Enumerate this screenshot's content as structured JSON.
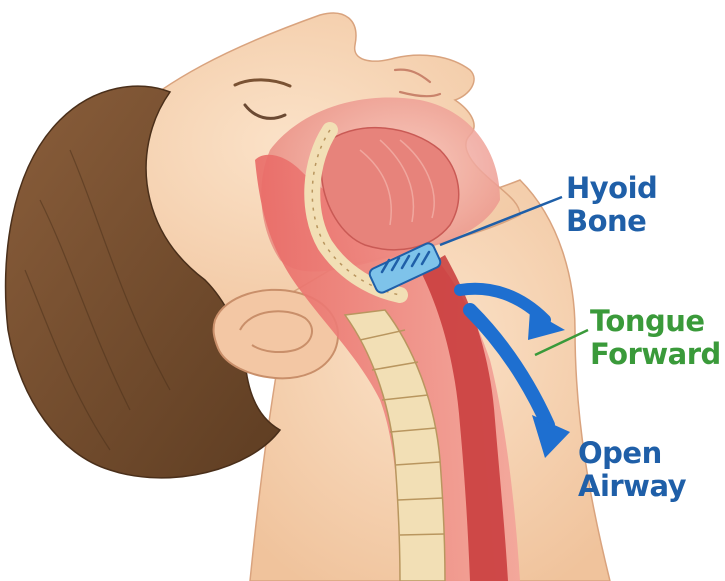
{
  "labels": {
    "hyoid": {
      "line1": "Hyoid",
      "line2": "Bone"
    },
    "tongue": {
      "line1": "Tongue",
      "line2": "Forward"
    },
    "airway": {
      "line1": "Open",
      "line2": "Airway"
    }
  },
  "colors": {
    "hyoid_label": "#1f5fa8",
    "tongue_label": "#3a9a3a",
    "airway_label": "#1f5fa8",
    "skin": "#f6d2b0",
    "hair": "#7a5233",
    "tissue": "#e05a58",
    "airway": "#c8383a",
    "spine": "#f2dfb5",
    "arrow": "#1e6fd0",
    "hyoid_bone": "#7ec3ea"
  },
  "icons": {
    "main": "head-tilt-airway-illustration"
  }
}
